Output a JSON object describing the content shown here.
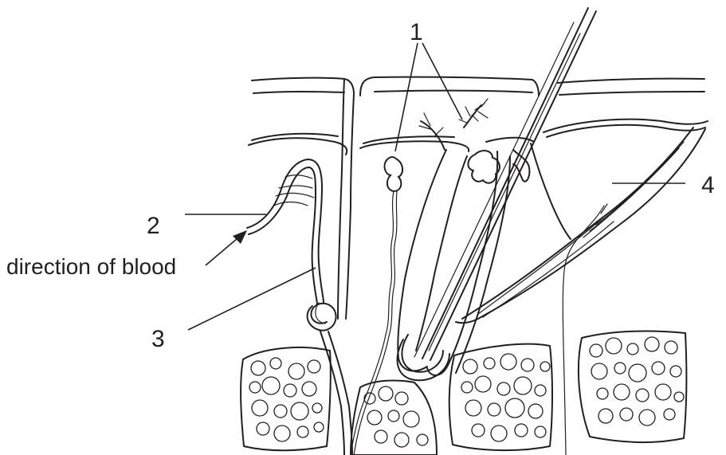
{
  "labels": {
    "one": "1",
    "two": "2",
    "three": "3",
    "four": "4",
    "direction": "direction of blood"
  },
  "colors": {
    "ink": "#231f20",
    "background": "#ffffff"
  }
}
